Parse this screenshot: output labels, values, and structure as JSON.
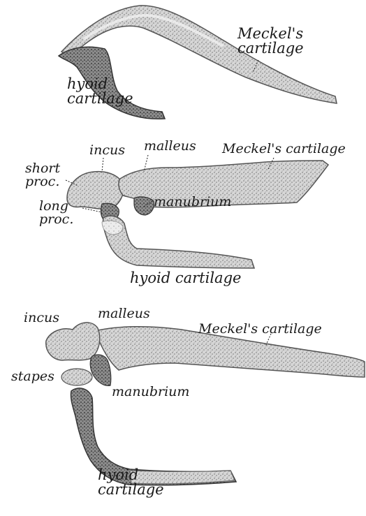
{
  "figure": {
    "panel_1": {
      "meckels_label": "Meckel's\ncartilage",
      "hyoid_label": "hyoid\ncartilage"
    },
    "panel_2": {
      "incus_label": "incus",
      "malleus_label": "malleus",
      "meckels_label": "Meckel's cartilage",
      "short_proc_label": "short\nproc.",
      "long_proc_label": "long\nproc.",
      "manubrium_label": "manubrium",
      "hyoid_label": "hyoid cartilage"
    },
    "panel_3": {
      "incus_label": "incus",
      "malleus_label": "malleus",
      "meckels_label": "Meckel's cartilage",
      "stapes_label": "stapes",
      "manubrium_label": "manubrium",
      "hyoid_label": "hyoid\ncartilage"
    }
  },
  "colors": {
    "ink": "#1a1a1a",
    "cartilage_light": "#d9d9d9",
    "cartilage_mid": "#9a9a9a",
    "cartilage_dark": "#5c5c5c",
    "background": "#ffffff"
  }
}
